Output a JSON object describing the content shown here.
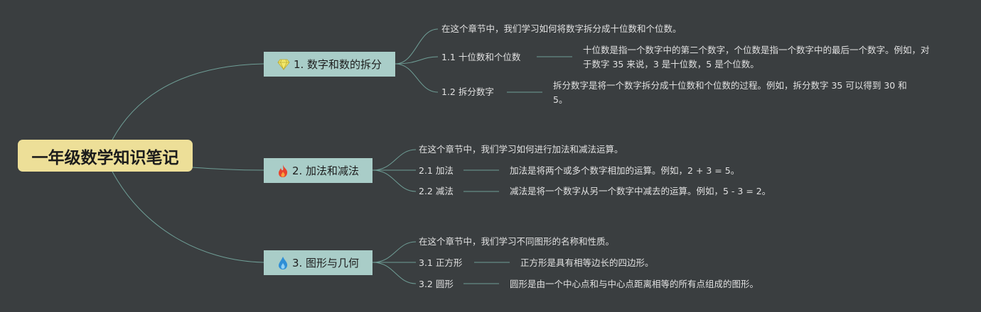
{
  "root": {
    "title": "一年级数学知识笔记"
  },
  "branches": [
    {
      "title": "1. 数字和数的拆分",
      "icon": "gem-icon",
      "intro": "在这个章节中，我们学习如何将数字拆分成十位数和个位数。",
      "items": [
        {
          "label": "1.1 十位数和个位数",
          "detail": "十位数是指一个数字中的第二个数字，个位数是指一个数字中的最后一个数字。例如，对于数字 35 来说，3 是十位数，5 是个位数。"
        },
        {
          "label": "1.2 拆分数字",
          "detail": "拆分数字是将一个数字拆分成十位数和个位数的过程。例如，拆分数字 35 可以得到 30 和 5。"
        }
      ]
    },
    {
      "title": "2. 加法和减法",
      "icon": "fire-icon",
      "intro": "在这个章节中，我们学习如何进行加法和减法运算。",
      "items": [
        {
          "label": "2.1 加法",
          "detail": "加法是将两个或多个数字相加的运算。例如，2 + 3 = 5。"
        },
        {
          "label": "2.2 减法",
          "detail": "减法是将一个数字从另一个数字中减去的运算。例如，5 - 3 = 2。"
        }
      ]
    },
    {
      "title": "3. 图形与几何",
      "icon": "water-drop-icon",
      "intro": "在这个章节中，我们学习不同图形的名称和性质。",
      "items": [
        {
          "label": "3.1 正方形",
          "detail": "正方形是具有相等边长的四边形。"
        },
        {
          "label": "3.2 圆形",
          "detail": "圆形是由一个中心点和与中心点距离相等的所有点组成的图形。"
        }
      ]
    }
  ],
  "colors": {
    "background": "#3a3e40",
    "root": "#eddf98",
    "branch": "#a9cdc8",
    "line": "#6f9e96",
    "text": "#e1e1e1"
  }
}
